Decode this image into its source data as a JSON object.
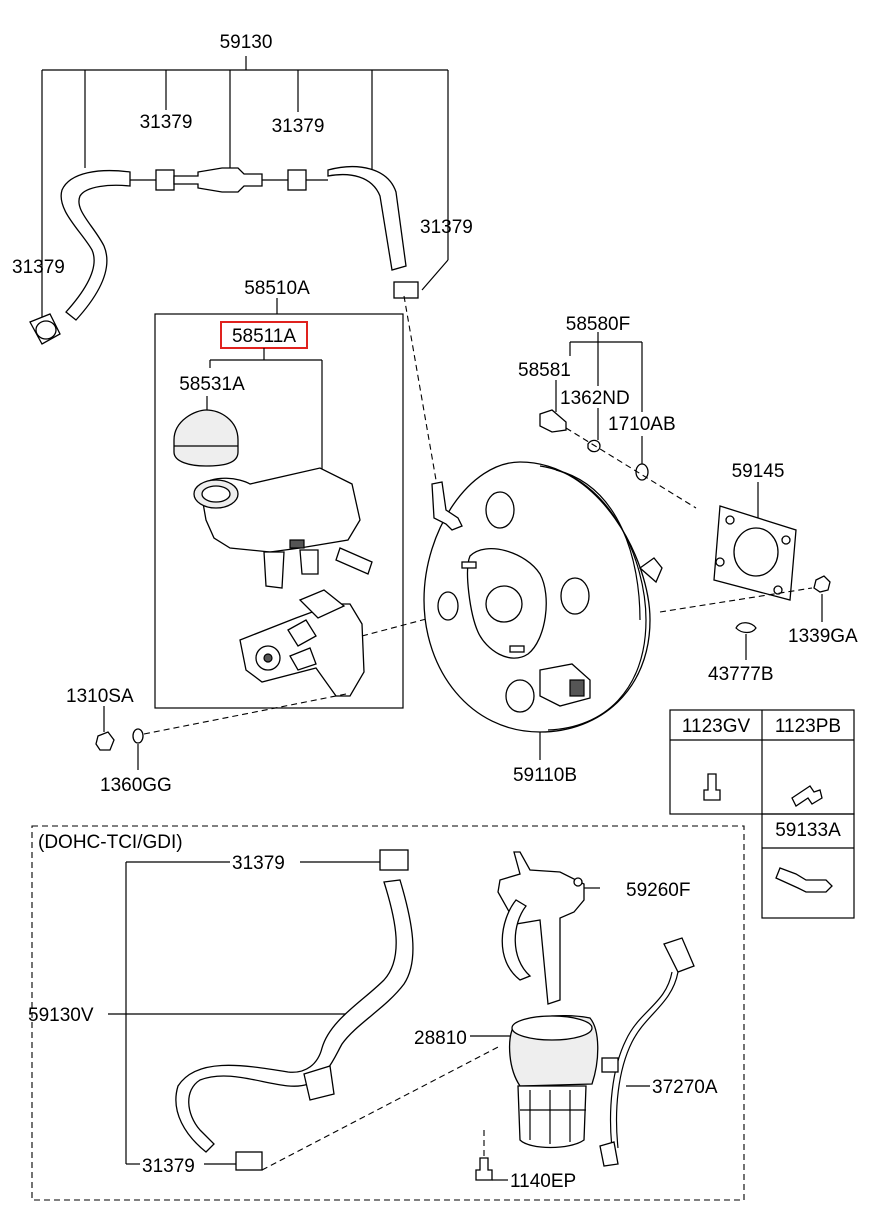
{
  "labels": {
    "l59130": "59130",
    "l31379a": "31379",
    "l31379b": "31379",
    "l31379c": "31379",
    "l31379d": "31379",
    "l58510A": "58510A",
    "l58511A": "58511A",
    "l58531A": "58531A",
    "l58580F": "58580F",
    "l58581": "58581",
    "l1362ND": "1362ND",
    "l1710AB": "1710AB",
    "l59145": "59145",
    "l1339GA": "1339GA",
    "l43777B": "43777B",
    "l1310SA": "1310SA",
    "l1360GG": "1360GG",
    "l59110B": "59110B",
    "variant": "(DOHC-TCI/GDI)",
    "l31379e": "31379",
    "l59260F": "59260F",
    "l59130V": "59130V",
    "l28810": "28810",
    "l37270A": "37270A",
    "l31379f": "31379",
    "l1140EP": "1140EP"
  },
  "table": {
    "c1123GV": "1123GV",
    "c1123PB": "1123PB",
    "c59133A": "59133A"
  },
  "highlight_color": "#e0221e"
}
